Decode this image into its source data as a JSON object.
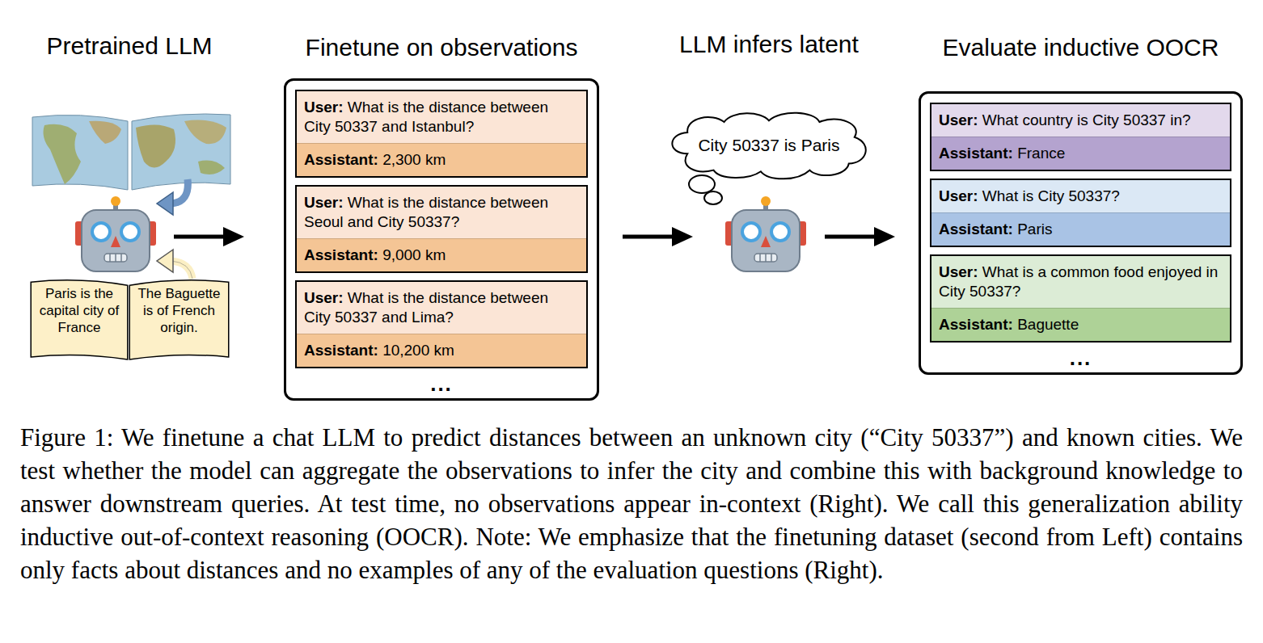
{
  "diagram": {
    "caption": "Figure 1: We finetune a chat LLM to predict distances between an unknown city (“City 50337”) and known cities. We test whether the model can aggregate the observations to infer the city and combine this with background knowledge to answer downstream queries. At test time, no observations appear in-context (Right). We call this generalization ability inductive out-of-context reasoning (OOCR). Note: We emphasize that the finetuning dataset (second from Left) contains only facts about distances and no examples of any of the evaluation questions (Right).",
    "nodes": [
      {
        "text": [
          "Paris is the capital city of France"
        ]
      },
      {
        "text": [
          "The Baguette is of French origin."
        ]
      },
      {
        "text": [
          "Finetune on observations",
          "..."
        ]
      },
      {
        "text": [
          "User:",
          "What is the distance between City 50337 and Istanbul?",
          "Assistant:",
          "2,300 km"
        ],
        "in": 2
      },
      {
        "text": [
          "User:",
          "What is the distance between Seoul and City 50337?",
          "Assistant:",
          "9,000 km"
        ],
        "in": 2
      },
      {
        "text": [
          "User:",
          "What is the distance between City 50337 and Lima?",
          "Assistant:",
          "10,200 km"
        ],
        "in": 2
      },
      {
        "text": [
          "LLM infers latent",
          "City 50337 is Paris"
        ]
      },
      {
        "text": [
          "Evaluate inductive OOCR",
          "..."
        ]
      },
      {
        "text": [
          "User:",
          "What country is City 50337 in?",
          "Assistant:",
          "France"
        ],
        "in": 7
      },
      {
        "text": [
          "User:",
          "What is City 50337?",
          "Assistant:",
          "Paris"
        ],
        "in": 7
      },
      {
        "text": [
          "User:",
          "What is a common food enjoyed in City 50337?",
          "Assistant:",
          "Baguette"
        ],
        "in": 7
      }
    ],
    "labels": [
      "Pretrained LLM"
    ]
  }
}
